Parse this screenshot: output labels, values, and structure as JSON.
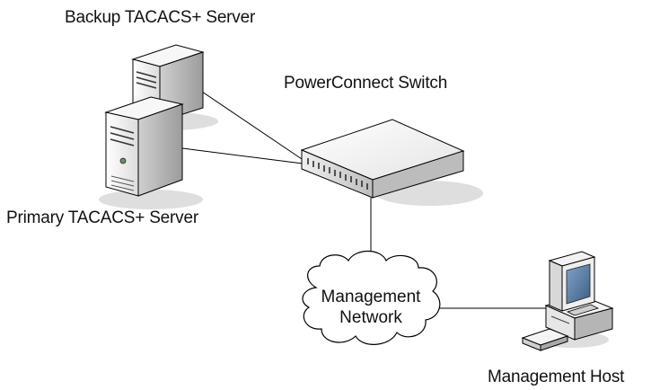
{
  "labels": {
    "backup_server": "Backup TACACS+ Server",
    "primary_server": "Primary TACACS+ Server",
    "switch": "PowerConnect Switch",
    "cloud_line1": "Management",
    "cloud_line2": "Network",
    "host": "Management Host"
  },
  "colors": {
    "line": "#000000",
    "shadow": "#d8d8d8",
    "device_light": "#f2f2f2",
    "device_mid": "#d6d6d6",
    "device_dark": "#a8a8a8",
    "screen": "#4a6a8a"
  },
  "icons": [
    "server-icon",
    "server-icon",
    "switch-icon",
    "cloud-icon",
    "desktop-computer-icon"
  ]
}
